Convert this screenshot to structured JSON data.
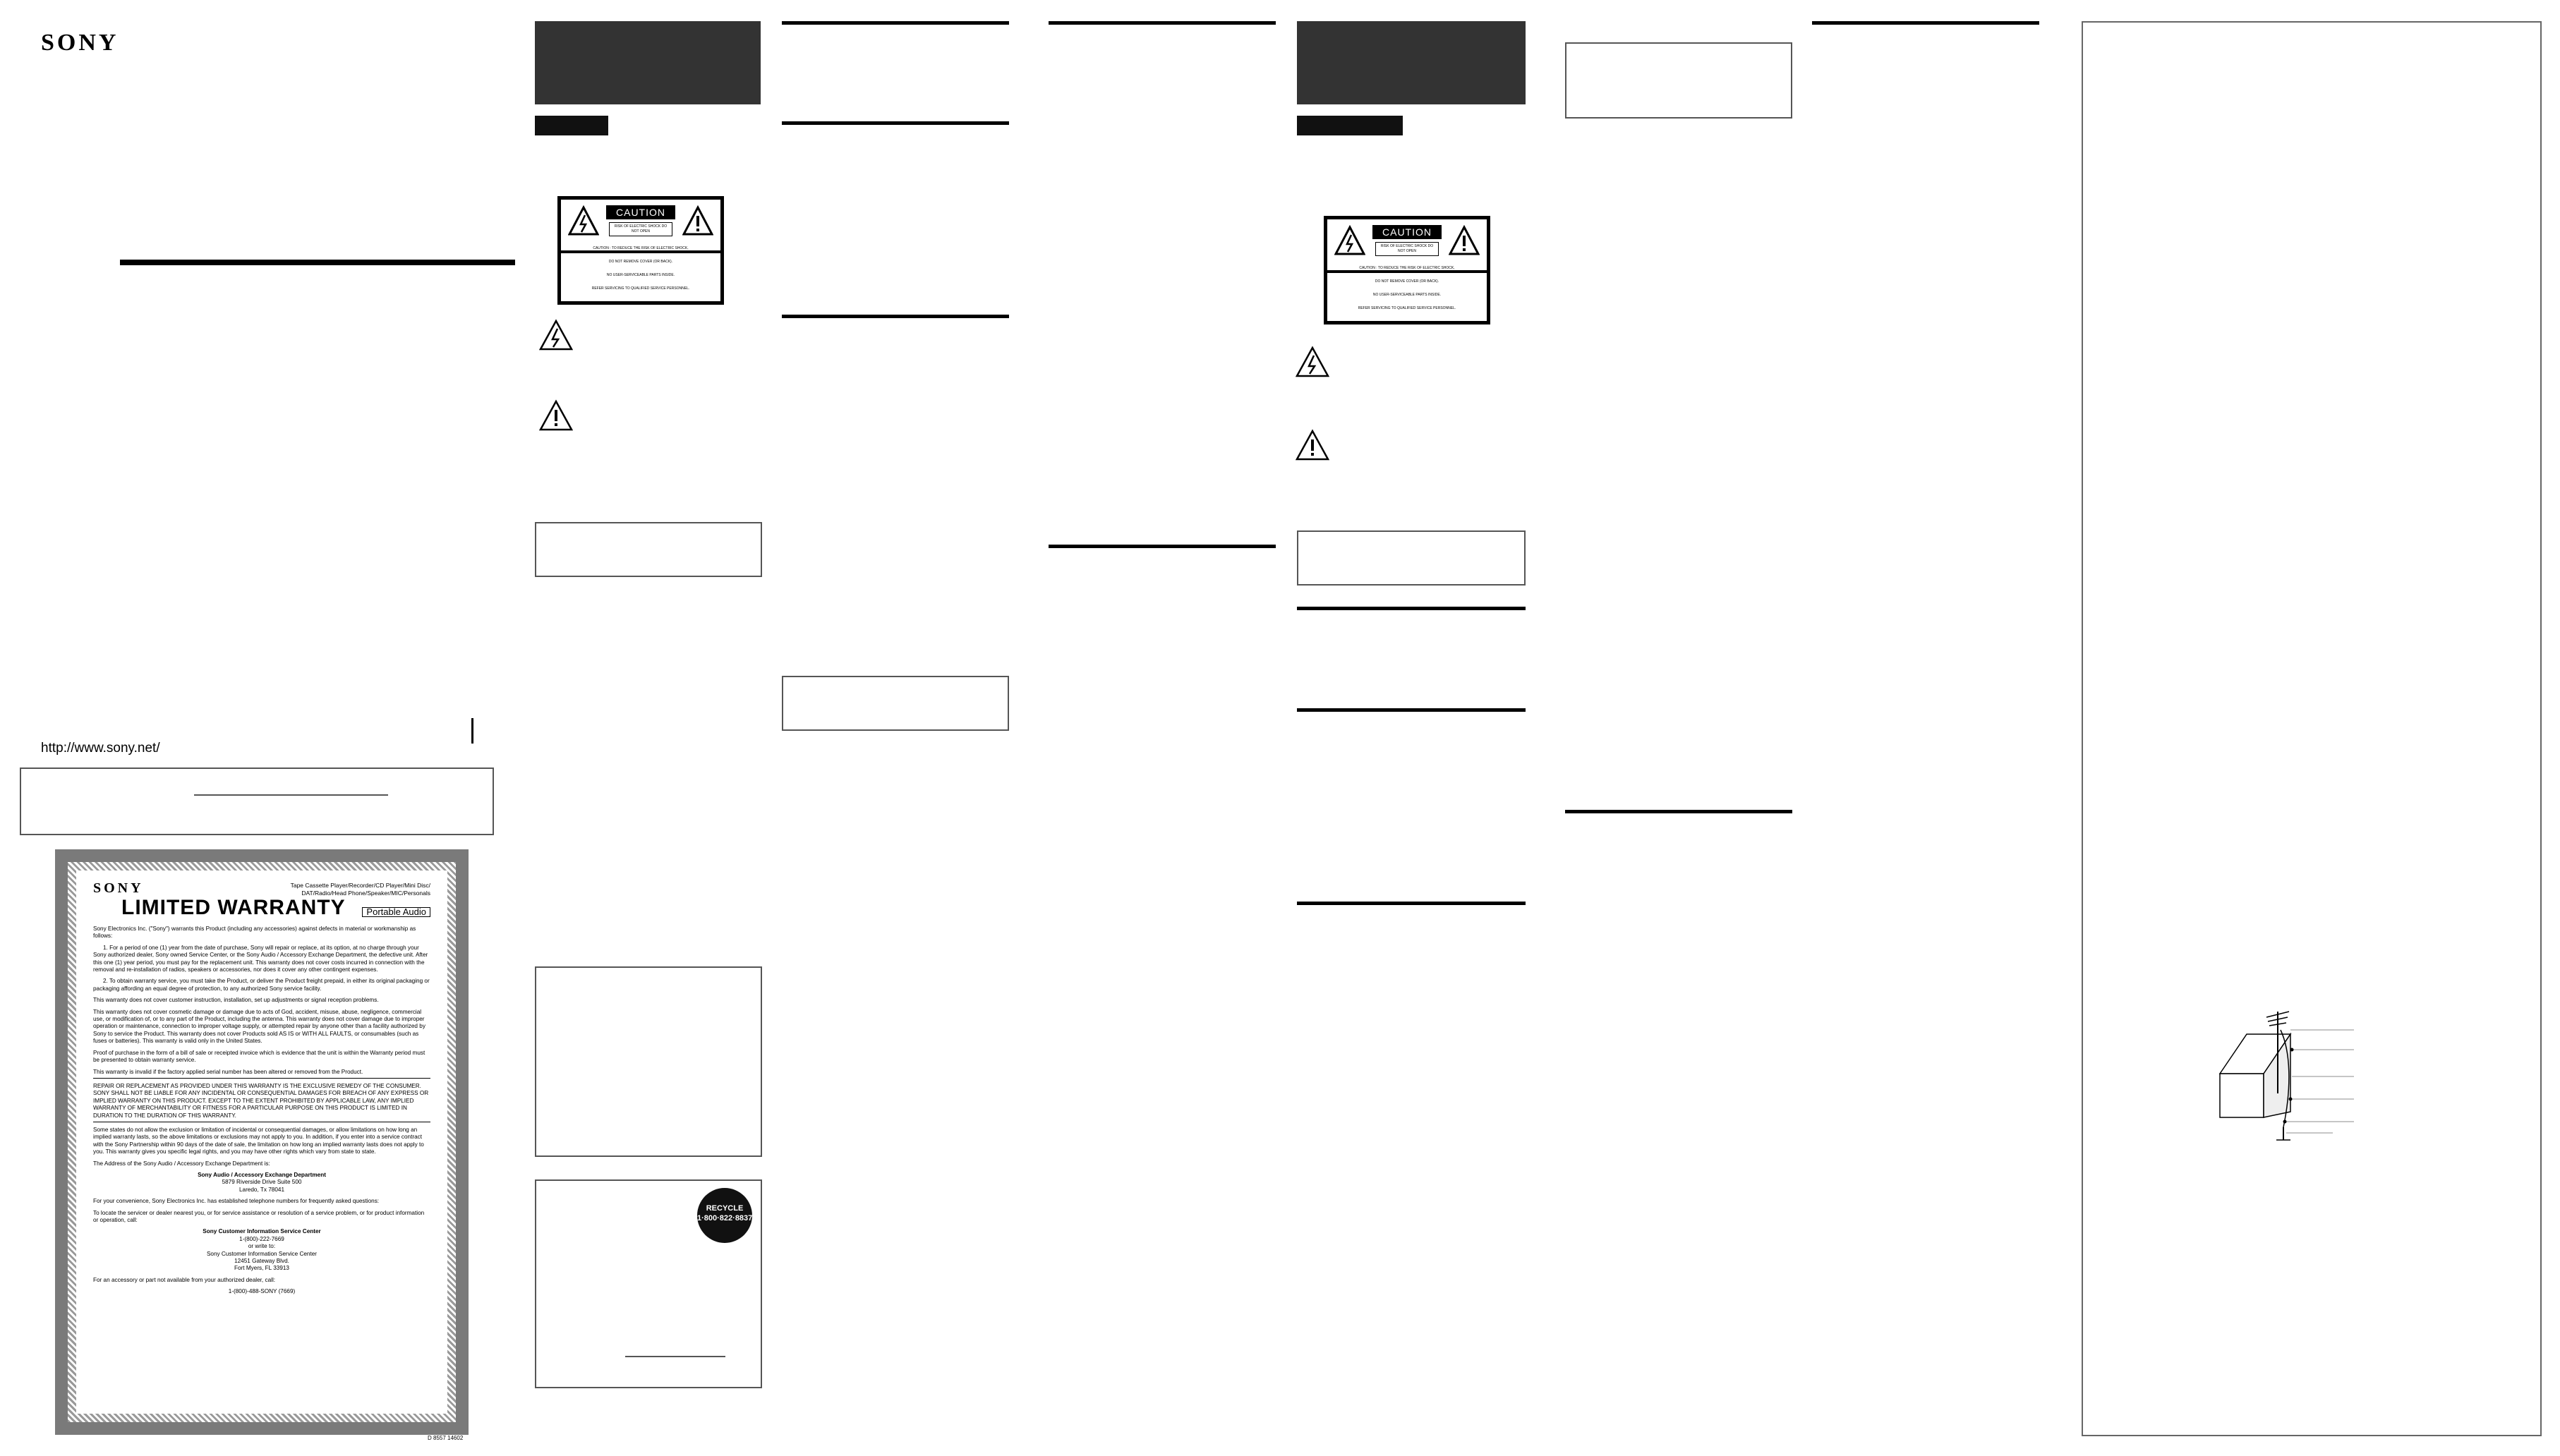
{
  "brand": "SONY",
  "url": "http://www.sony.net/",
  "caution_label": {
    "title": "CAUTION",
    "subtitle": "RISK OF ELECTRIC SHOCK DO NOT OPEN",
    "lines": [
      "CAUTION : TO REDUCE THE RISK OF ELECTRIC SHOCK,",
      "DO NOT REMOVE COVER (OR BACK).",
      "NO USER-SERVICEABLE PARTS INSIDE.",
      "REFER SERVICING TO QUALIFIED SERVICE PERSONNEL."
    ]
  },
  "warranty": {
    "brand": "SONY",
    "products": "Tape Cassette Player/Recorder/CD Player/Mini Disc/ DAT/Radio/Head Phone/Speaker/MIC/Personals",
    "title": "LIMITED WARRANTY",
    "badge": "Portable Audio",
    "paragraphs": [
      "Sony Electronics Inc. (\"Sony\") warrants this Product (including any accessories) against defects in material or workmanship as follows:",
      "1. For a period of one (1) year from the date of purchase, Sony will repair or replace, at its option, at no charge through your Sony authorized dealer, Sony owned Service Center, or the Sony Audio / Accessory Exchange Department, the defective unit. After this one (1) year period, you must pay for the replacement unit. This warranty does not cover costs incurred in connection with the removal and re-installation of radios, speakers or accessories, nor does it cover any other contingent expenses.",
      "2. To obtain warranty service, you must take the Product, or deliver the Product freight prepaid, in either its original packaging or packaging affording an equal degree of protection, to any authorized Sony service facility.",
      "This warranty does not cover customer instruction, installation, set up adjustments or signal reception problems.",
      "This warranty does not cover cosmetic damage or damage due to acts of God, accident, misuse, abuse, negligence, commercial use, or modification of, or to any part of the Product, including the antenna. This warranty does not cover damage due to improper operation or maintenance, connection to improper voltage supply, or attempted repair by anyone other than a facility authorized by Sony to service the Product. This warranty does not cover Products sold AS IS or WITH ALL FAULTS, or consumables (such as fuses or batteries). This warranty is valid only in the United States.",
      "Proof of purchase in the form of a bill of sale or receipted invoice which is evidence that the unit is within the Warranty period must be presented to obtain warranty service.",
      "This warranty is invalid if the factory applied serial number has been altered or removed from the Product.",
      "REPAIR OR REPLACEMENT AS PROVIDED UNDER THIS WARRANTY IS THE EXCLUSIVE REMEDY OF THE CONSUMER. SONY SHALL NOT BE LIABLE FOR ANY INCIDENTAL OR CONSEQUENTIAL DAMAGES FOR BREACH OF ANY EXPRESS OR IMPLIED WARRANTY ON THIS PRODUCT. EXCEPT TO THE EXTENT PROHIBITED BY APPLICABLE LAW, ANY IMPLIED WARRANTY OF MERCHANTABILITY OR FITNESS FOR A PARTICULAR PURPOSE ON THIS PRODUCT IS LIMITED IN DURATION TO THE DURATION OF THIS WARRANTY.",
      "Some states do not allow the exclusion or limitation of incidental or consequential damages, or allow limitations on how long an implied warranty lasts, so the above limitations or exclusions may not apply to you. In addition, if you enter into a service contract with the Sony Partnership within 90 days of the date of sale, the limitation on how long an implied warranty lasts does not apply to you. This warranty gives you specific legal rights, and you may have other rights which vary from state to state.",
      "The Address of the Sony Audio / Accessory Exchange Department is:"
    ],
    "address1_name": "Sony Audio / Accessory Exchange Department",
    "address1_lines": [
      "5879 Riverside Drive Suite 500",
      "Laredo, Tx 78041"
    ],
    "faq_note": "For your convenience, Sony Electronics Inc. has established telephone numbers for frequently asked questions:",
    "locate_note": "To locate the servicer or dealer nearest you, or for service assistance or resolution of a service problem, or for product information or operation, call:",
    "center_name": "Sony Customer Information Service Center",
    "center_lines": [
      "1-(800)-222-7669",
      "or write to:",
      "Sony Customer Information Service Center",
      "12451 Gateway Blvd.",
      "Fort Myers, FL 33913"
    ],
    "accessory_note": "For an accessory or part not available from your authorized dealer, call:",
    "accessory_phone": "1-(800)-488-SONY (7669)",
    "part_number": "D 8557 14602"
  },
  "recycle_badge": "RECYCLE 1·800·822·8837"
}
